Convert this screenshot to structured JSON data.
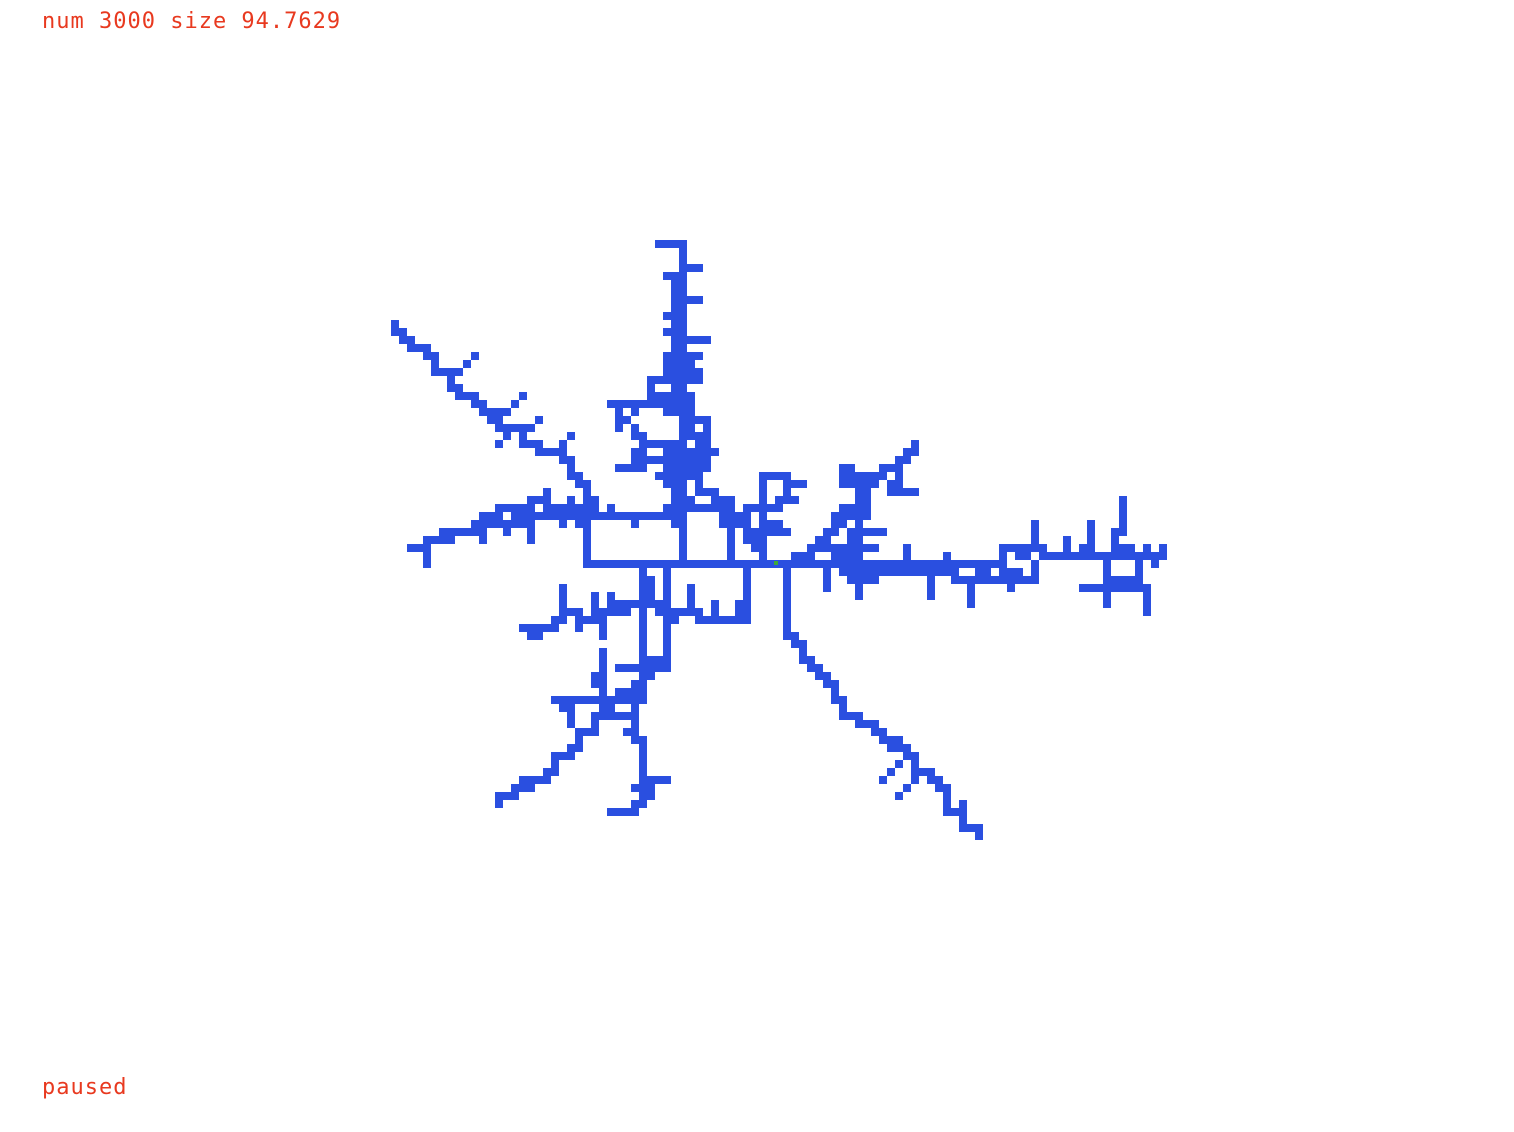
{
  "hud": {
    "stats_text": "num 3000 size 94.7629",
    "status_text": "paused"
  },
  "simulation": {
    "type": "diffusion-limited-aggregation",
    "particle_count": 3000,
    "cluster_size": 94.7629,
    "state": "paused"
  },
  "colors": {
    "background": "#ffffff",
    "particle": "#2a4fe0",
    "seed": "#3ea83a",
    "hud_text": "#e8391f"
  }
}
